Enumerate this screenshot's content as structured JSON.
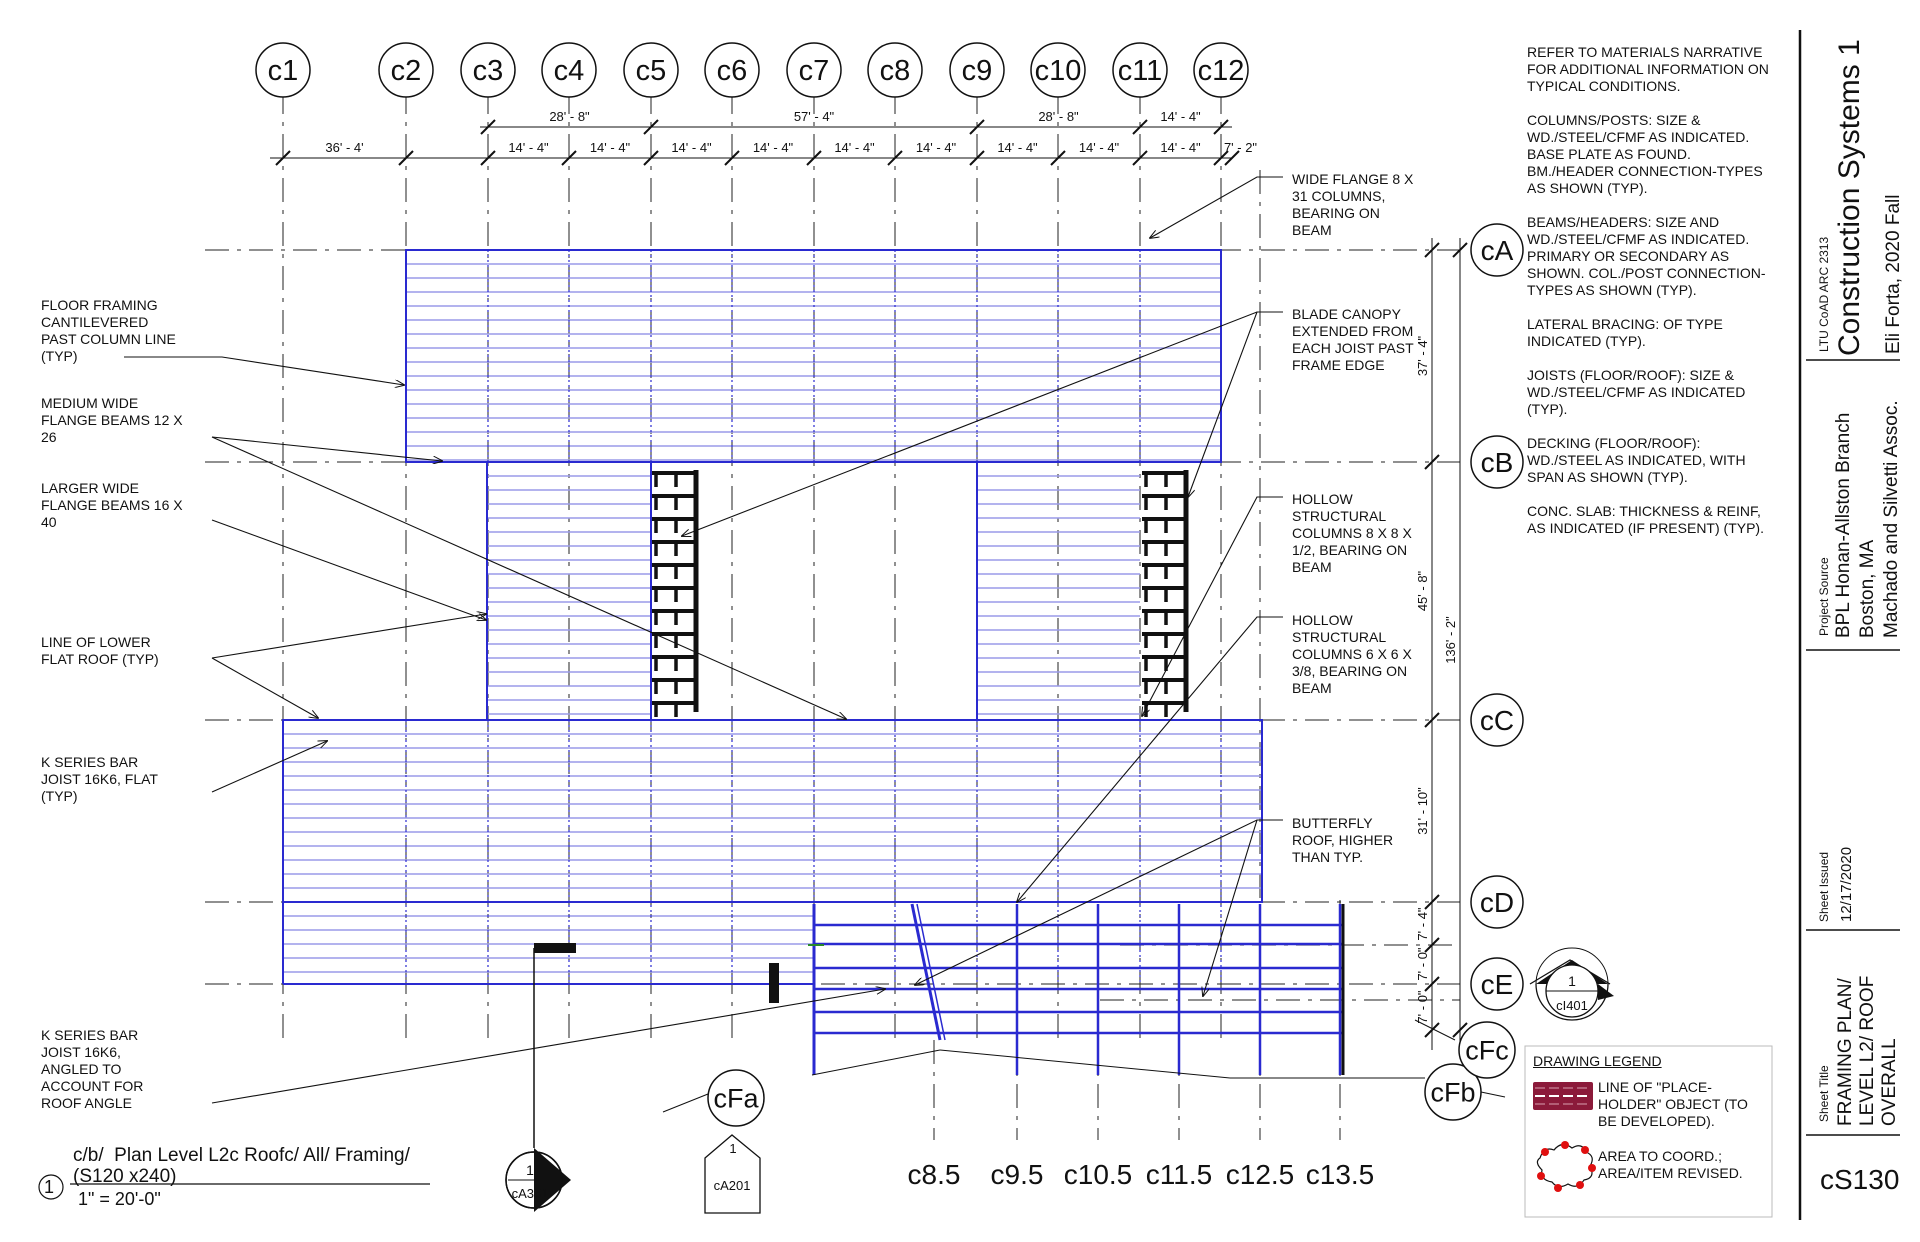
{
  "grid_columns": [
    "c1",
    "c2",
    "c3",
    "c4",
    "c5",
    "c6",
    "c7",
    "c8",
    "c9",
    "c10",
    "c11",
    "c12"
  ],
  "grid_columns_bottom": [
    "c8.5",
    "c9.5",
    "c10.5",
    "c11.5",
    "c12.5",
    "c13.5"
  ],
  "grid_rows": [
    "cA",
    "cB",
    "cC",
    "cD",
    "cE"
  ],
  "extra_bubbles": {
    "cfa": "cFa",
    "cfb": "cFb",
    "cfc": "cFc"
  },
  "dims_top_row1": [
    "28' - 8\"",
    "57' - 4\"",
    "28' - 8\"",
    "14' - 4\""
  ],
  "dims_top_row2": [
    "36' - 4'",
    "14' - 4\"",
    "14' - 4\"",
    "14' - 4\"",
    "14' - 4\"",
    "14' - 4\"",
    "14' - 4\"",
    "14' - 4\"",
    "14' - 4\"",
    "14' - 4\"",
    "7' - 2\""
  ],
  "dims_right": [
    "37' - 4\"",
    "45' - 8\"",
    "31' - 10\"",
    "7' - 4\"",
    "7' - 0\"",
    "7' - 0\"",
    "136' - 2\""
  ],
  "callouts_left": [
    "FLOOR FRAMING CANTILEVERED PAST COLUMN LINE (TYP)",
    "MEDIUM WIDE FLANGE BEAMS 12 X 26",
    "LARGER WIDE FLANGE BEAMS 16 X 40",
    "LINE OF LOWER FLAT ROOF (TYP)",
    "K SERIES BAR JOIST 16K6, FLAT (TYP)",
    "K SERIES BAR JOIST 16K6, ANGLED TO ACCOUNT FOR ROOF ANGLE"
  ],
  "callouts_right": [
    "WIDE FLANGE 8 X 31 COLUMNS, BEARING ON BEAM",
    "BLADE CANOPY EXTENDED FROM EACH JOIST PAST FRAME EDGE",
    "HOLLOW STRUCTURAL COLUMNS 8 X 8 X 1/2, BEARING ON BEAM",
    "HOLLOW STRUCTURAL COLUMNS 6 X 6 X 3/8, BEARING ON BEAM",
    "BUTTERFLY ROOF, HIGHER THAN TYP."
  ],
  "general_notes": [
    "REFER TO MATERIALS NARRATIVE FOR ADDITIONAL INFORMATION ON TYPICAL CONDITIONS.",
    "COLUMNS/POSTS: SIZE & WD./STEEL/CFMF AS INDICATED. BASE PLATE AS FOUND. BM./HEADER CONNECTION-TYPES AS SHOWN (TYP).",
    "BEAMS/HEADERS: SIZE AND WD./STEEL/CFMF AS INDICATED. PRIMARY OR SECONDARY AS SHOWN. COL./POST CONNECTION-TYPES AS SHOWN (TYP).",
    "LATERAL BRACING: OF TYPE INDICATED (TYP).",
    "JOISTS (FLOOR/ROOF): SIZE & WD./STEEL/CFMF AS INDICATED (TYP).",
    "DECKING (FLOOR/ROOF): WD./STEEL AS INDICATED, WITH SPAN AS SHOWN (TYP).",
    "CONC. SLAB: THICKNESS & REINF, AS INDICATED (IF PRESENT) (TYP)."
  ],
  "legend": {
    "title": "DRAWING LEGEND",
    "item1": "LINE OF \"PLACE-HOLDER\" OBJECT (TO BE DEVELOPED).",
    "item2": "AREA TO COORD.; AREA/ITEM REVISED."
  },
  "view_title": {
    "number": "1",
    "line1": "c/b/  Plan Level L2c Roofc/ All/ Framing/",
    "line2": "(S120 x240)",
    "scale": "1\" = 20'-0\""
  },
  "section_marks": [
    {
      "num": "1",
      "ref": "cA351"
    },
    {
      "num": "1",
      "ref": "cA201"
    },
    {
      "num": "1",
      "ref": "cI401"
    }
  ],
  "title_block": {
    "course": "LTU CoAD ARC 2313",
    "title": "Construction Systems 1",
    "term": "Eli Forta, 2020 Fall",
    "project_source_label": "Project Source",
    "project_line1": "BPL Honan-Allston Branch",
    "project_line2": "Boston, MA",
    "project_line3": "Machado and Silvetti Assoc.",
    "sheet_issued_label": "Sheet Issued",
    "sheet_issued": "12/17/2020",
    "sheet_title_label": "Sheet Title",
    "sheet_title_line1": "FRAMING PLAN/",
    "sheet_title_line2": "LEVEL L2/ ROOF",
    "sheet_title_line3": "OVERALL",
    "sheet_number": "cS130"
  },
  "colors": {
    "framing": "#2a2ad0",
    "joist": "#9a9ae8",
    "ink": "#111111",
    "legend_red": "#8b1a3a",
    "revision_red": "#e01010"
  }
}
